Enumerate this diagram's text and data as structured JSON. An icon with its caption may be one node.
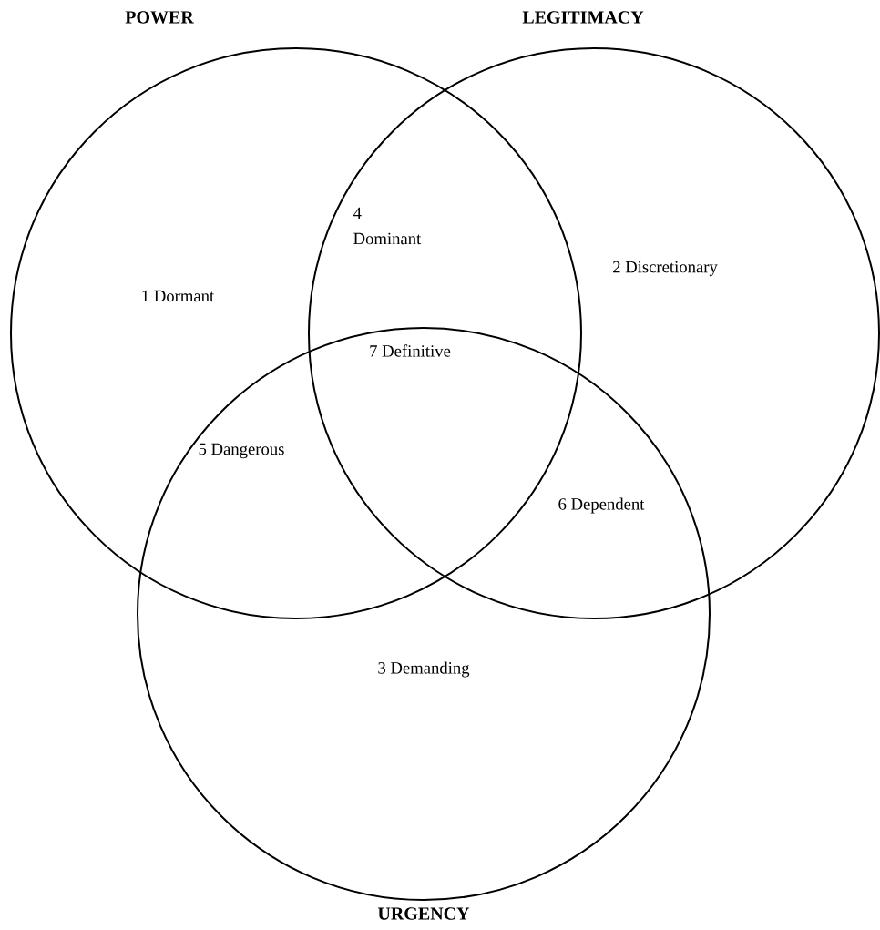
{
  "diagram": {
    "nodes": [
      {
        "text": [
          "POWER"
        ]
      },
      {
        "text": [
          "LEGITIMACY"
        ]
      },
      {
        "text": [
          "URGENCY"
        ]
      }
    ],
    "labels": [
      "4 Dominant",
      "2 Discretionary",
      "1 Dormant",
      "7 Definitive",
      "5 Dangerous",
      "6 Dependent",
      "3 Demanding"
    ]
  }
}
